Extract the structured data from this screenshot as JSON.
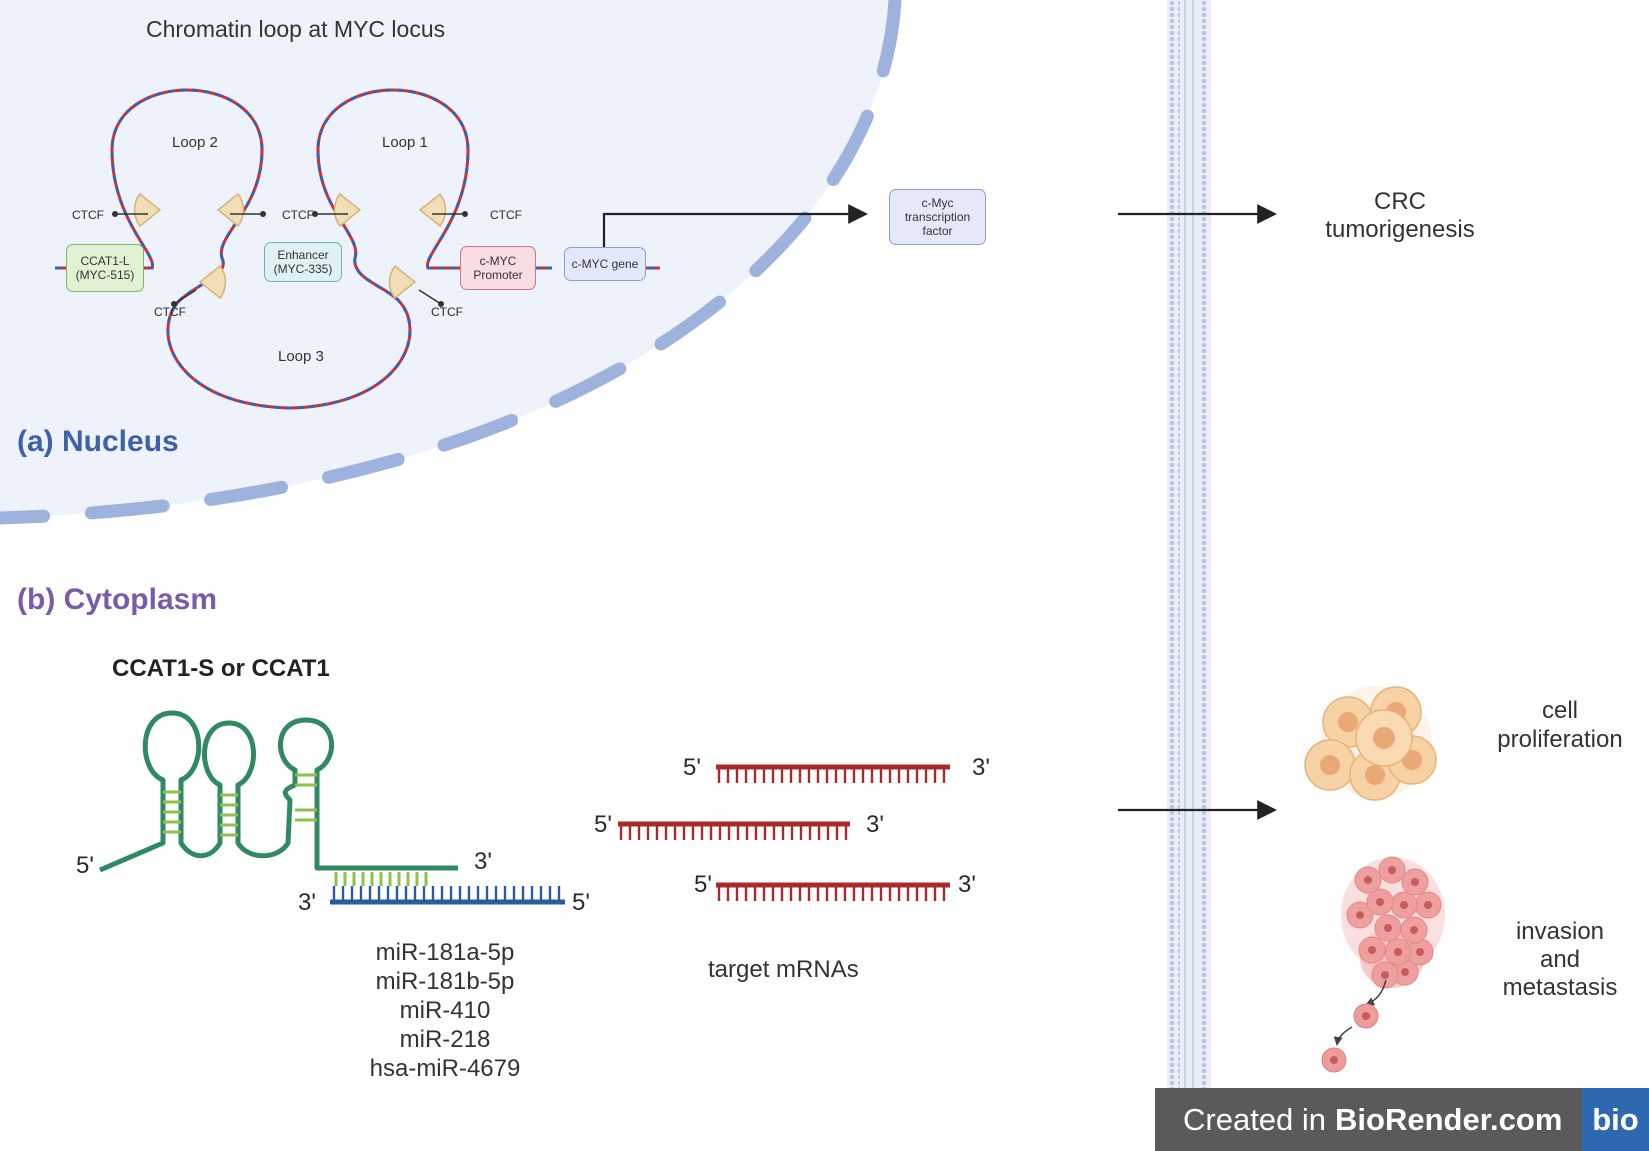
{
  "nucleus": {
    "title": "Chromatin loop at MYC locus",
    "section_label": "(a) Nucleus",
    "loops": [
      "Loop 2",
      "Loop 1",
      "Loop 3"
    ],
    "ctcf_label": "CTCF",
    "boxes": {
      "ccat1l": "CCAT1-L\n(MYC-515)",
      "enhancer": "Enhancer\n(MYC-335)",
      "promoter": "c-MYC\nPromoter",
      "gene": "c-MYC gene",
      "tf": "c-Myc\ntranscription\nfactor"
    }
  },
  "cytoplasm": {
    "section_label": "(b) Cytoplasm",
    "rna_title": "CCAT1-S or CCAT1",
    "five_prime": "5'",
    "three_prime": "3'",
    "mirnas": [
      "miR-181a-5p",
      "miR-181b-5p",
      "miR-410",
      "miR-218",
      "hsa-miR-4679"
    ],
    "target_label": "target mRNAs"
  },
  "outcomes": {
    "crc": "CRC\ntumorigenesis",
    "proliferation": "cell\nproliferation",
    "invasion": "invasion\nand\nmetastasis"
  },
  "watermark": {
    "prefix": "Created in",
    "brand": "BioRender.com",
    "logo": "bio"
  },
  "colors": {
    "nucleus_fill": "#eef3fb",
    "nucleus_border": "#9db2dc",
    "nucleus_label": "#3d62a8",
    "cytoplasm_label": "#7b5aa6",
    "dna_red": "#c8323c",
    "dna_blue": "#3a62b0",
    "rna_green": "#2f8a63",
    "rna_pair": "#8bc34a",
    "mirna_blue": "#2a5aa0",
    "mrna_red": "#a82a2a"
  }
}
